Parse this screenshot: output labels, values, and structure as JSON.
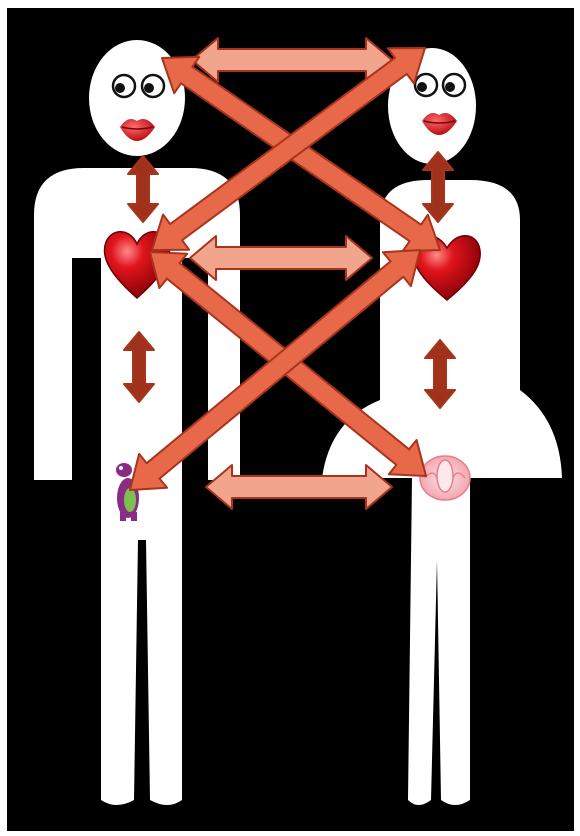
{
  "diagram": {
    "figures": [
      {
        "id": "figure-left",
        "parts": [
          "head",
          "body",
          "legs"
        ],
        "features": [
          "googly-eyes",
          "kiss-lips",
          "heart",
          "purple-dinosaur"
        ]
      },
      {
        "id": "figure-right",
        "parts": [
          "head",
          "dress-body",
          "legs"
        ],
        "features": [
          "googly-eyes",
          "kiss-lips",
          "heart",
          "pink-flower"
        ]
      }
    ],
    "connections": [
      {
        "from": "left-head",
        "to": "right-head",
        "style": "light-double-arrow"
      },
      {
        "from": "left-heart",
        "to": "right-heart",
        "style": "light-double-arrow"
      },
      {
        "from": "left-groin",
        "to": "right-groin",
        "style": "light-double-arrow"
      },
      {
        "from": "left-head",
        "to": "right-heart",
        "style": "orange-double-arrow"
      },
      {
        "from": "right-head",
        "to": "left-heart",
        "style": "orange-double-arrow"
      },
      {
        "from": "left-heart",
        "to": "right-groin",
        "style": "orange-double-arrow"
      },
      {
        "from": "right-heart",
        "to": "left-groin",
        "style": "orange-double-arrow"
      },
      {
        "from": "left-head",
        "to": "left-heart",
        "style": "dark-double-arrow"
      },
      {
        "from": "left-heart",
        "to": "left-groin",
        "style": "dark-double-arrow"
      },
      {
        "from": "right-head",
        "to": "right-heart",
        "style": "dark-double-arrow"
      },
      {
        "from": "right-heart",
        "to": "right-groin",
        "style": "dark-double-arrow"
      }
    ],
    "colors": {
      "background": "#000000",
      "figure": "#ffffff",
      "arrow_orange": "#e8694a",
      "arrow_light": "#f2a58d",
      "arrow_dark": "#a0321c",
      "arrow_outline": "#a8341c",
      "heart": "#d0101a",
      "lips": "#d8141c",
      "dinosaur": "#8a2c86",
      "flower": "#f7b0ba"
    }
  }
}
